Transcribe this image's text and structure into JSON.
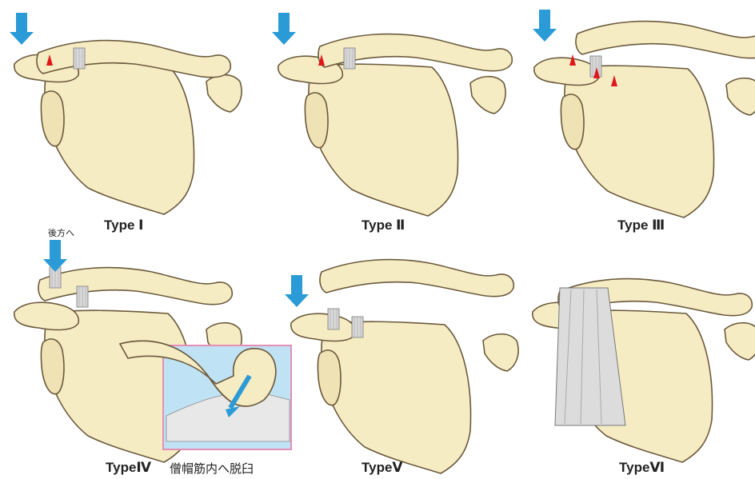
{
  "panels": [
    {
      "id": "type1",
      "label": "Type Ⅰ"
    },
    {
      "id": "type2",
      "label": "Type Ⅱ"
    },
    {
      "id": "type3",
      "label": "Type Ⅲ"
    },
    {
      "id": "type4",
      "label": "TypeⅣ",
      "arrow_note": "後方へ",
      "inset_caption": "僧帽筋内へ脱臼"
    },
    {
      "id": "type5",
      "label": "TypeⅤ"
    },
    {
      "id": "type6",
      "label": "TypeⅥ"
    }
  ],
  "colors": {
    "bone_fill": "#f6ecc4",
    "bone_stroke": "#6b5a3c",
    "ligament": "#d8d8d8",
    "arrow": "#2a9bd6",
    "tear_mark": "#e0161b",
    "inset_border": "#e58fb4",
    "inset_bg": "#bfe3f5"
  }
}
